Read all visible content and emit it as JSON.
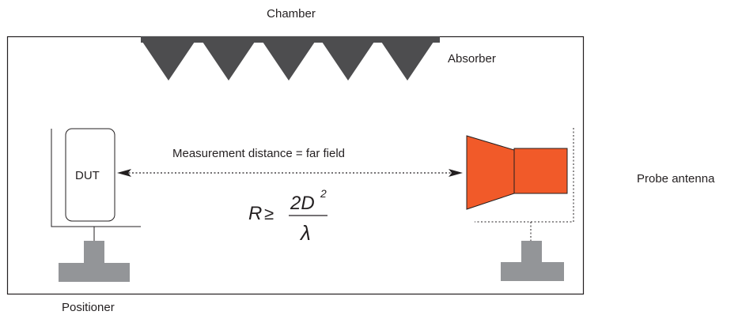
{
  "labels": {
    "chamber": "Chamber",
    "absorber": "Absorber",
    "dut": "DUT",
    "distance": "Measurement distance = far field",
    "probe": "Probe antenna",
    "positioner": "Positioner"
  },
  "formula": {
    "lhs": "R",
    "relation": "≥",
    "numerator": "2D",
    "exponent": "2",
    "denominator": "λ"
  },
  "colors": {
    "outline": "#231f20",
    "absorber": "#4d4d4f",
    "positioner": "#939598",
    "probe_fill": "#f15a29",
    "arrow": "#231f20"
  }
}
